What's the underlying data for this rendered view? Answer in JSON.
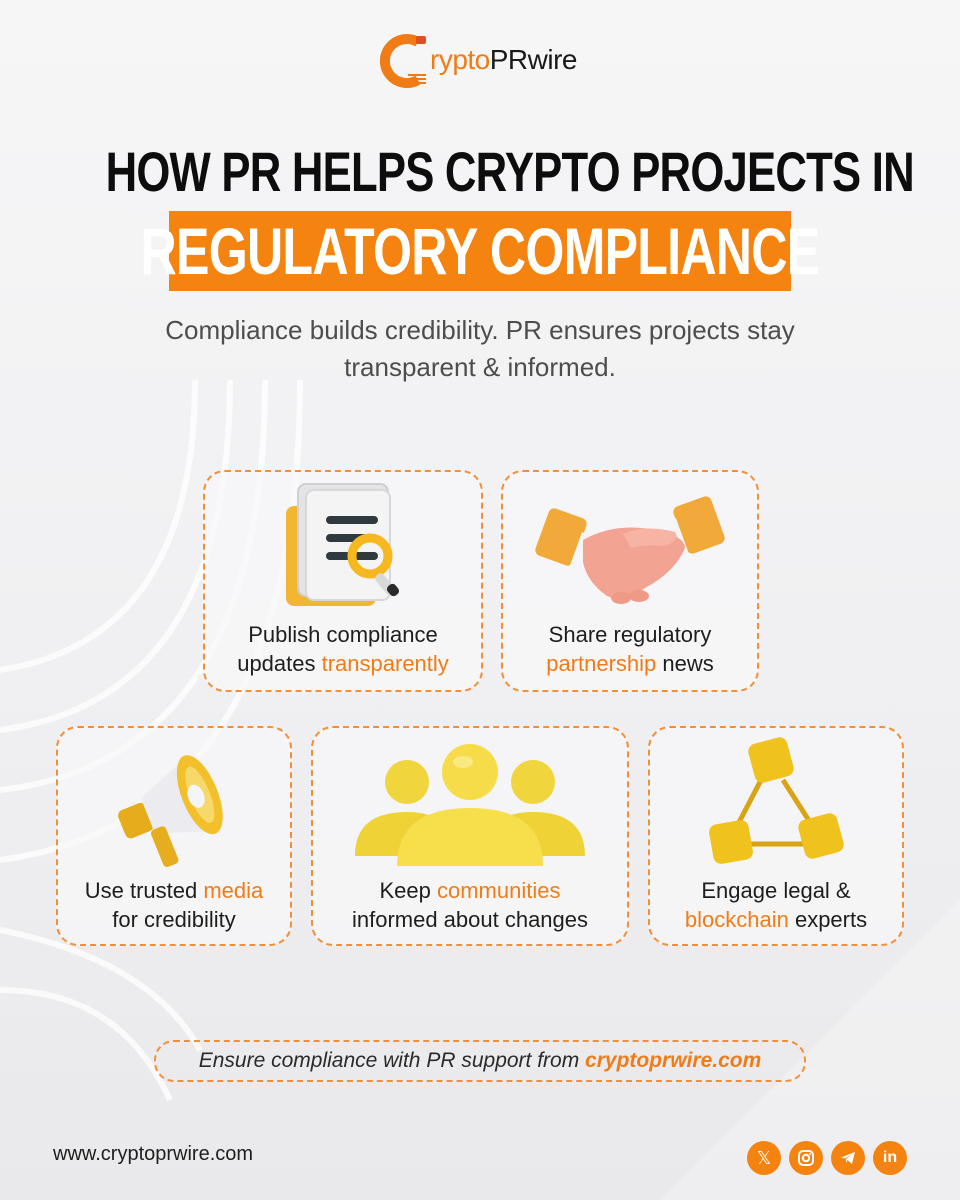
{
  "brand": {
    "logo_part1": "rypto",
    "logo_part2": "PRwire",
    "accent_color": "#f5830f"
  },
  "header": {
    "title_line1": "HOW PR HELPS CRYPTO PROJECTS IN",
    "title_line2": "REGULATORY COMPLIANCE",
    "subtitle_line1": "Compliance builds credibility. PR ensures projects stay",
    "subtitle_line2": "transparent & informed."
  },
  "cards": [
    {
      "icon": "document-search-icon",
      "line1": "Publish compliance",
      "line2_pre": "updates ",
      "line2_hl": "transparently",
      "line2_post": ""
    },
    {
      "icon": "handshake-icon",
      "line1": "Share regulatory",
      "line2_pre": "",
      "line2_hl": "partnership",
      "line2_post": " news"
    },
    {
      "icon": "megaphone-icon",
      "line1_pre": "Use trusted ",
      "line1_hl": "media",
      "line2": "for credibility"
    },
    {
      "icon": "community-icon",
      "line1_pre": "Keep ",
      "line1_hl": "communities",
      "line2": "informed about changes"
    },
    {
      "icon": "blockchain-icon",
      "line1": "Engage legal &",
      "line2_pre": "",
      "line2_hl": "blockchain",
      "line2_post": " experts"
    }
  ],
  "cta": {
    "text": "Ensure compliance with PR support from ",
    "link": "cryptoprwire.com"
  },
  "footer": {
    "url": "www.cryptoprwire.com",
    "socials": [
      {
        "name": "x",
        "glyph": "𝕏"
      },
      {
        "name": "instagram",
        "glyph": ""
      },
      {
        "name": "telegram",
        "glyph": ""
      },
      {
        "name": "linkedin",
        "glyph": "in"
      }
    ]
  }
}
